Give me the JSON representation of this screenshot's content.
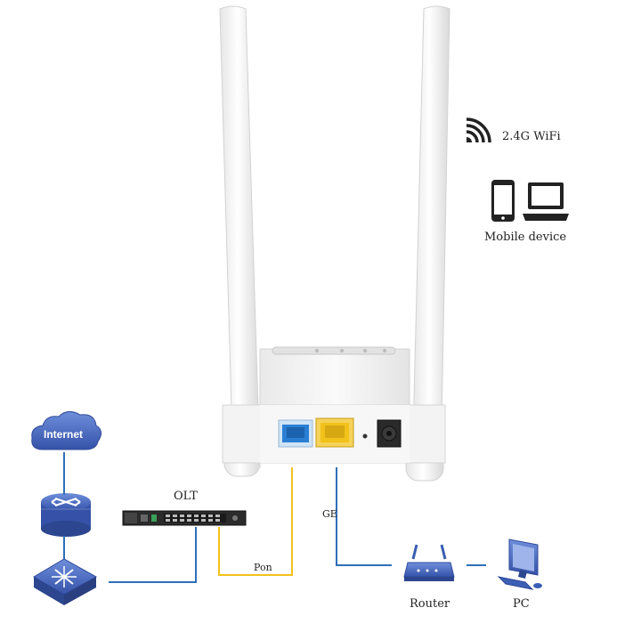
{
  "labels": {
    "wifi": "2.4G WiFi",
    "mobile": "Mobile device",
    "internet": "Internet",
    "olt": "OLT",
    "pon": "Pon",
    "ge": "GE",
    "router": "Router",
    "pc": "PC"
  },
  "colors": {
    "pon_line": "#f2c21b",
    "ge_line": "#2f6fb8",
    "network_blue": "#3b5fb5",
    "icon_dark": "#222222",
    "port_blue": "#2a7fd4",
    "port_yellow": "#f2c21b"
  },
  "icons": [
    "wifi-icon",
    "smartphone-icon",
    "laptop-icon",
    "cloud-icon",
    "core-router-icon",
    "switch-icon",
    "olt-device-icon",
    "wifi-router-icon",
    "pc-icon",
    "onu-device"
  ]
}
